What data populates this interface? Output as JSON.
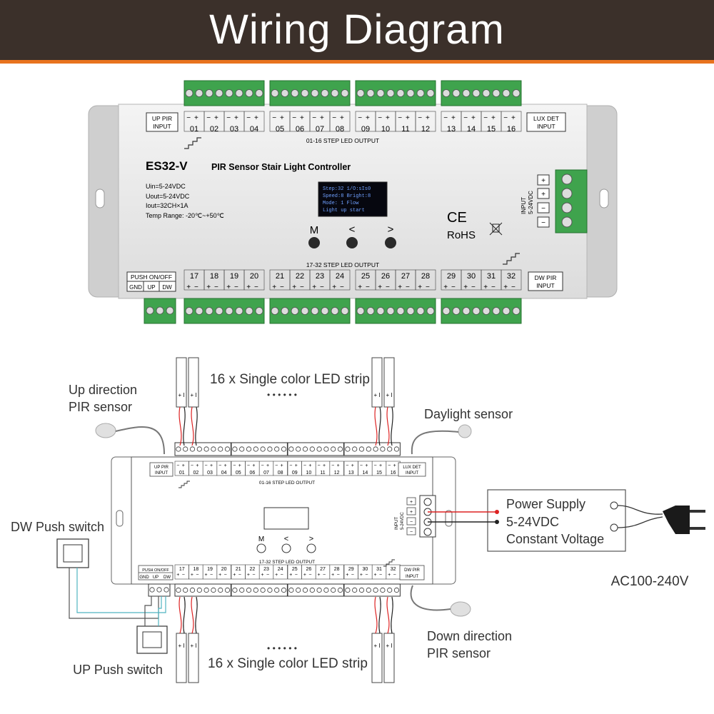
{
  "title": "Wiring Diagram",
  "colors": {
    "header_bg": "#3b302a",
    "header_stripe": "#e8731e",
    "terminal_green": "#3fa34d",
    "display_text": "#6fa0ff"
  },
  "controller": {
    "model": "ES32-V",
    "name": "PIR Sensor Stair Light Controller",
    "specs": [
      "Uin=5-24VDC",
      "Uout=5-24VDC",
      "Iout=32CH×1A",
      "Temp Range: -20℃~+50℃"
    ],
    "up_pir_l1": "UP PIR",
    "up_pir_l2": "INPUT",
    "lux_l1": "LUX DET",
    "lux_l2": "INPUT",
    "dw_pir_l1": "DW PIR",
    "dw_pir_l2": "INPUT",
    "push_label": "PUSH ON/OFF",
    "push_pins": [
      "GND",
      "UP",
      "DW"
    ],
    "top_output_label": "01-16 STEP LED OUTPUT",
    "bottom_output_label": "17-32 STEP LED OUTPUT",
    "input_l1": "INPUT",
    "input_l2": "5-24VDC",
    "input_pins": [
      "+",
      "+",
      "−",
      "−"
    ],
    "pin_pair": "−+",
    "pin_pair_bottom": "+−",
    "display_lines": [
      "Step:32  1/O:sIs0",
      "Speed:8  Bright:8",
      "Mode: 1  Flow",
      "Light up start"
    ],
    "buttons": [
      "M",
      "<",
      ">"
    ],
    "cert": [
      "CE",
      "RoHS"
    ],
    "channels_top": [
      "01",
      "02",
      "03",
      "04",
      "05",
      "06",
      "07",
      "08",
      "09",
      "10",
      "11",
      "12",
      "13",
      "14",
      "15",
      "16"
    ],
    "channels_bottom": [
      "17",
      "18",
      "19",
      "20",
      "21",
      "22",
      "23",
      "24",
      "25",
      "26",
      "27",
      "28",
      "29",
      "30",
      "31",
      "32"
    ]
  },
  "wiring": {
    "up_sensor_l1": "Up direction",
    "up_sensor_l2": "PIR sensor",
    "strip_top": "16 x Single color LED strip",
    "strip_bottom": "16 x Single color LED strip",
    "dots": "• • • • • •",
    "daylight": "Daylight sensor",
    "dw_switch": "DW Push switch",
    "up_switch": "UP Push switch",
    "down_sensor_l1": "Down direction",
    "down_sensor_l2": "PIR sensor",
    "psu_l1": "Power Supply",
    "psu_l2": "5-24VDC",
    "psu_l3": "Constant Voltage",
    "ac": "AC100-240V",
    "strip_pins": "+ I"
  }
}
